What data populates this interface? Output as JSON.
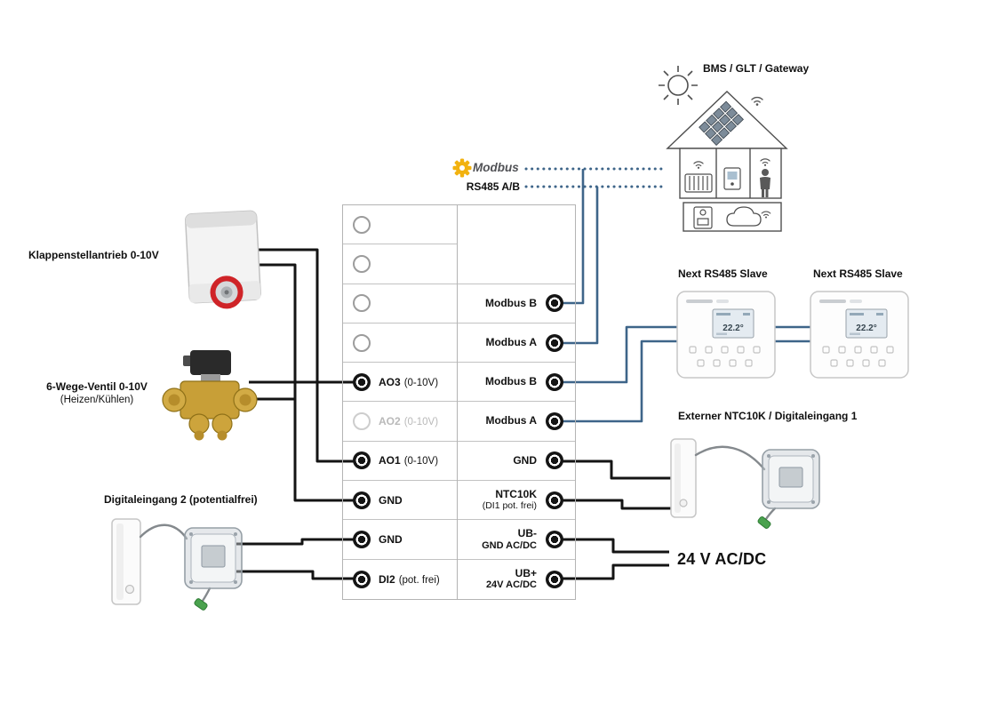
{
  "header": {
    "bms_label": "BMS / GLT / Gateway",
    "modbus_logo_text": "Modbus",
    "rs485_label": "RS485 A/B"
  },
  "left_devices": {
    "damper_label": "Klappenstellantrieb 0-10V",
    "valve_label": "6-Wege-Ventil 0-10V",
    "valve_sublabel": "(Heizen/Kühlen)",
    "digital_input2_label": "Digitaleingang 2 (potentialfrei)"
  },
  "right_devices": {
    "slave1_label": "Next RS485 Slave",
    "slave2_label": "Next RS485 Slave",
    "slave_display_value": "22.2°",
    "ntc_label": "Externer NTC10K / Digitaleingang 1",
    "power_label": "24 V AC/DC"
  },
  "terminal_block": {
    "left_rows": [
      {
        "name": "",
        "suffix": ""
      },
      {
        "name": "",
        "suffix": ""
      },
      {
        "name": "",
        "suffix": ""
      },
      {
        "name": "",
        "suffix": ""
      },
      {
        "name": "AO3",
        "suffix": "(0-10V)"
      },
      {
        "name": "AO2",
        "suffix": "(0-10V)"
      },
      {
        "name": "AO1",
        "suffix": "(0-10V)"
      },
      {
        "name": "GND",
        "suffix": ""
      },
      {
        "name": "GND",
        "suffix": ""
      },
      {
        "name": "DI2",
        "suffix": "(pot. frei)"
      }
    ],
    "right_rows": [
      {
        "name": "Modbus B",
        "sub": ""
      },
      {
        "name": "Modbus A",
        "sub": ""
      },
      {
        "name": "Modbus B",
        "sub": ""
      },
      {
        "name": "Modbus A",
        "sub": ""
      },
      {
        "name": "GND",
        "sub": ""
      },
      {
        "name": "NTC10K",
        "sub": "(DI1 pot. frei)"
      },
      {
        "name": "UB-",
        "sub": "GND AC/DC"
      },
      {
        "name": "UB+",
        "sub": "24V AC/DC"
      }
    ]
  },
  "colors": {
    "wire": "#141414",
    "bus_blue": "#3e6589",
    "modbus_yellow": "#f2b20f",
    "brass": "#c89f37",
    "ring_red": "#cf2428"
  }
}
